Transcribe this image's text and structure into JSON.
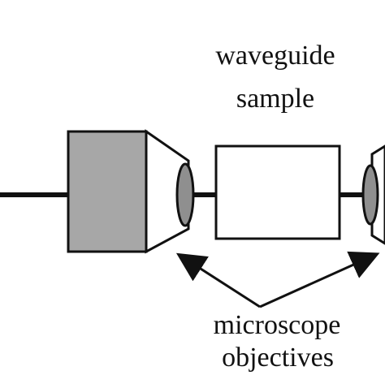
{
  "labels": {
    "sample_line_1": "waveguide",
    "sample_line_2": "sample",
    "objectives_line_1": "microscope",
    "objectives_line_2": "objectives"
  },
  "colors": {
    "ink": "#111111",
    "block_fill": "#a7a7a7",
    "lens_fill": "#8f8f8f",
    "background": "#ffffff"
  }
}
